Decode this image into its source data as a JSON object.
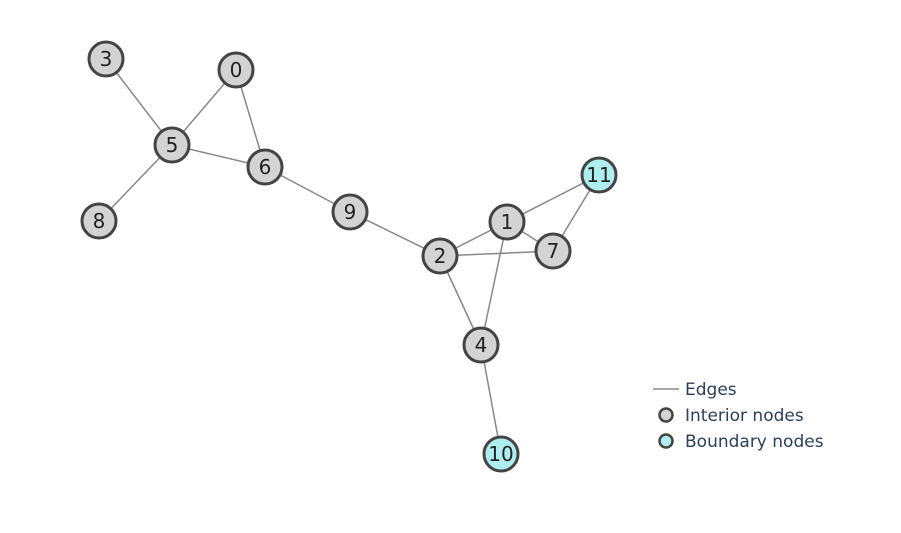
{
  "graph": {
    "nodes": [
      {
        "id": "0",
        "label": "0",
        "type": "interior"
      },
      {
        "id": "1",
        "label": "1",
        "type": "interior"
      },
      {
        "id": "2",
        "label": "2",
        "type": "interior"
      },
      {
        "id": "3",
        "label": "3",
        "type": "interior"
      },
      {
        "id": "4",
        "label": "4",
        "type": "interior"
      },
      {
        "id": "5",
        "label": "5",
        "type": "interior"
      },
      {
        "id": "6",
        "label": "6",
        "type": "interior"
      },
      {
        "id": "7",
        "label": "7",
        "type": "interior"
      },
      {
        "id": "8",
        "label": "8",
        "type": "interior"
      },
      {
        "id": "9",
        "label": "9",
        "type": "interior"
      },
      {
        "id": "10",
        "label": "10",
        "type": "boundary"
      },
      {
        "id": "11",
        "label": "11",
        "type": "boundary"
      }
    ],
    "edges": [
      [
        "3",
        "5"
      ],
      [
        "0",
        "5"
      ],
      [
        "0",
        "6"
      ],
      [
        "5",
        "6"
      ],
      [
        "5",
        "8"
      ],
      [
        "6",
        "9"
      ],
      [
        "9",
        "2"
      ],
      [
        "2",
        "1"
      ],
      [
        "2",
        "7"
      ],
      [
        "2",
        "4"
      ],
      [
        "1",
        "7"
      ],
      [
        "1",
        "11"
      ],
      [
        "7",
        "11"
      ],
      [
        "1",
        "4"
      ],
      [
        "4",
        "10"
      ]
    ]
  },
  "legend": {
    "edges_label": "Edges",
    "interior_label": "Interior nodes",
    "boundary_label": "Boundary nodes"
  },
  "colors": {
    "edge": "#888888",
    "interior_fill": "#d3d3d3",
    "boundary_fill": "#aeeeee",
    "node_stroke": "#444444",
    "legend_text": "#2a3f5f"
  }
}
